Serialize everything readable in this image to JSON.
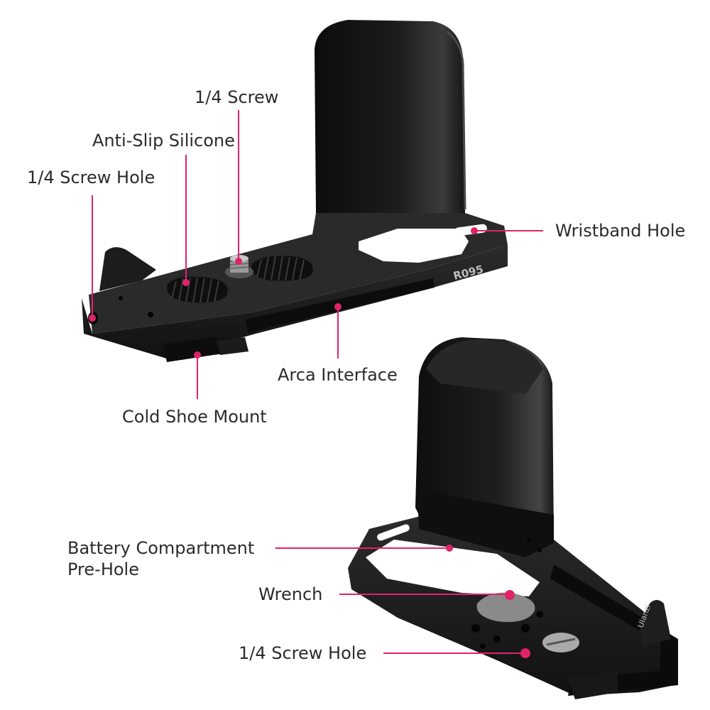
{
  "colors": {
    "leader_line": "#e0236a",
    "product_black": "#141414",
    "product_highlight": "#3a3a3a",
    "background": "#ffffff"
  },
  "product": {
    "model_text": "R095",
    "brand_text": "Ulanzi"
  },
  "callouts_top": {
    "screw": "1/4 Screw",
    "silicone": "Anti-Slip Silicone",
    "screw_hole_side": "1/4 Screw Hole",
    "wristband_hole": "Wristband Hole",
    "arca_interface": "Arca Interface",
    "cold_shoe": "Cold Shoe Mount"
  },
  "callouts_bottom": {
    "battery_line1": "Battery Compartment",
    "battery_line2": "Pre-Hole",
    "wrench": "Wrench",
    "screw_hole_bottom": "1/4 Screw Hole"
  }
}
